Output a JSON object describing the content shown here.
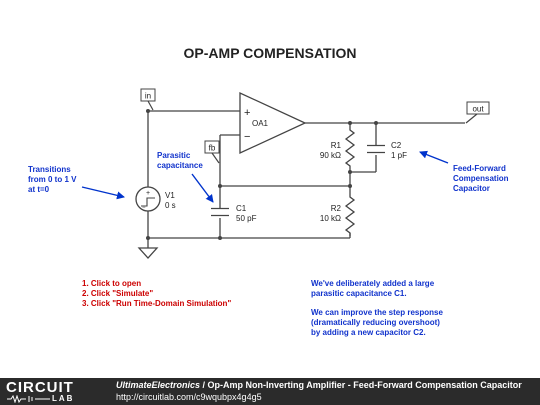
{
  "title": "OP-AMP COMPENSATION",
  "colors": {
    "wire": "#444444",
    "label_blue": "#1133cc",
    "note_red": "#cc0000",
    "arrow_blue": "#0033cc"
  },
  "nodes": {
    "in": "in",
    "out": "out",
    "fb": "fb"
  },
  "components": {
    "oa1": {
      "name": "OA1",
      "plus": "+",
      "minus": "−"
    },
    "r1": {
      "name": "R1",
      "value": "90 kΩ"
    },
    "r2": {
      "name": "R2",
      "value": "10 kΩ"
    },
    "c1": {
      "name": "C1",
      "value": "50 pF"
    },
    "c2": {
      "name": "C2",
      "value": "1 pF"
    },
    "v1": {
      "name": "V1",
      "value": "0 s"
    }
  },
  "annotations": {
    "transitions": [
      "Transitions",
      "from 0 to 1 V",
      "at t=0"
    ],
    "parasitic": [
      "Parasitic",
      "capacitance"
    ],
    "feedforward": [
      "Feed-Forward",
      "Compensation",
      "Capacitor"
    ]
  },
  "instructions": [
    "1. Click to open",
    "2. Click \"Simulate\"",
    "3. Click \"Run Time-Domain Simulation\""
  ],
  "notes": [
    "We've deliberately added a large",
    "parasitic capacitance C1.",
    "We can improve the step response",
    "(dramatically reducing overshoot)",
    "by adding a new capacitor C2."
  ],
  "footer": {
    "logo_top": "CIRCUIT",
    "logo_bottom": "LAB",
    "author": "UltimateElectronics",
    "separator": " / ",
    "circuit_title": "Op-Amp Non-Inverting Amplifier - Feed-Forward Compensation Capacitor",
    "url": "http://circuitlab.com/c9wqubpx4g4g5"
  }
}
